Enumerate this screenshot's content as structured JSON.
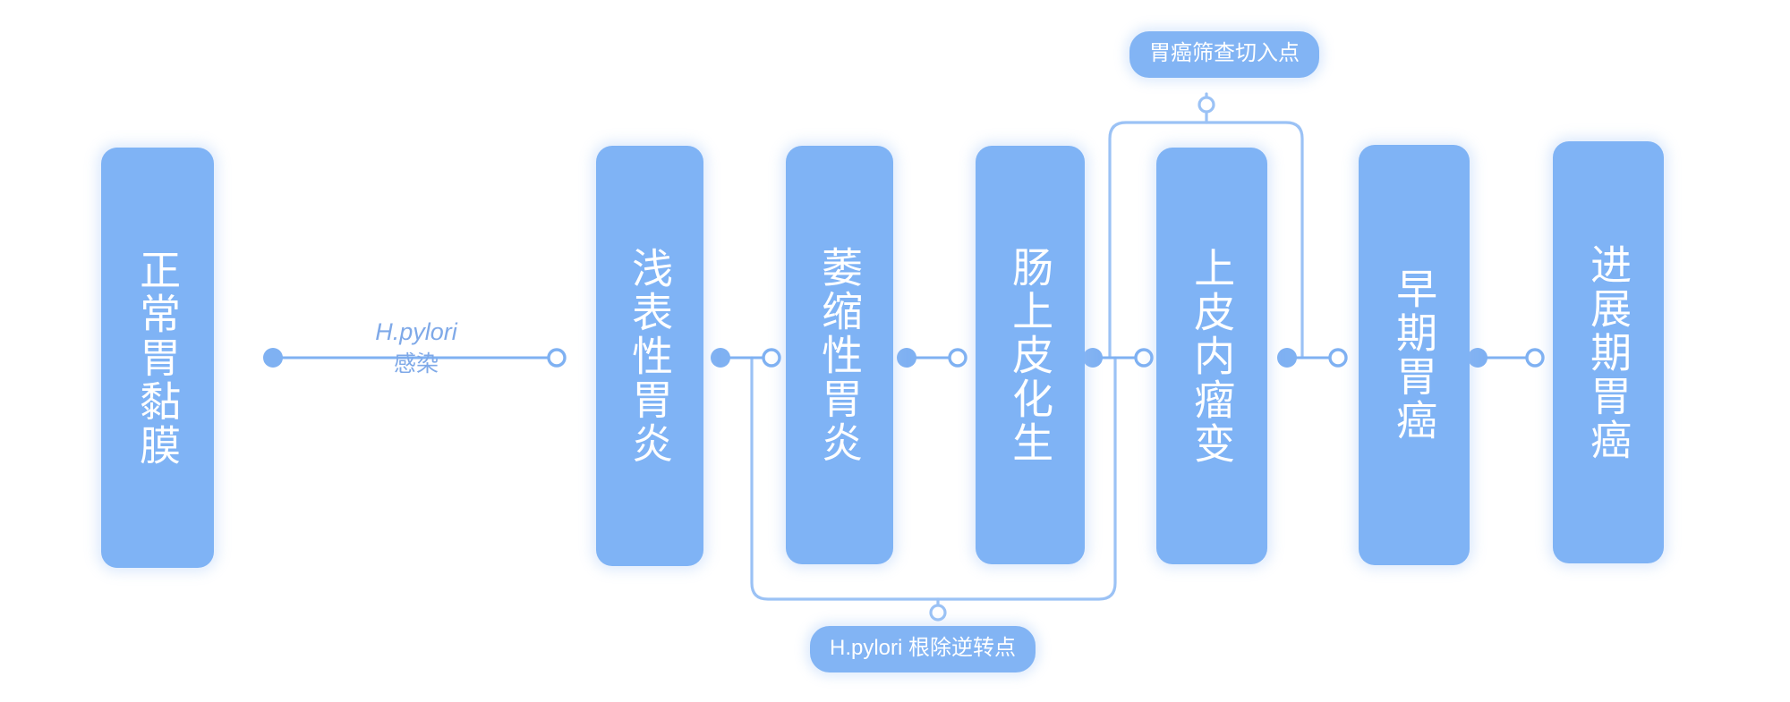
{
  "diagram": {
    "title": "gastric-carcinogenesis-cascade",
    "colors": {
      "node_fill": "#7fb3f5",
      "node_text": "#ffffff",
      "edge_line": "#7fb1f2",
      "bracket_line": "#9bc2f5",
      "edge_label_text": "#7fa9e8",
      "badge_fill": "#82b4f4",
      "background": "#ffffff"
    },
    "nodes": [
      {
        "id": "normal-mucosa",
        "label": "正常胃黏膜"
      },
      {
        "id": "superficial-gastritis",
        "label": "浅表性胃炎"
      },
      {
        "id": "atrophic-gastritis",
        "label": "萎缩性胃炎"
      },
      {
        "id": "intestinal-metaplasia",
        "label": "肠上皮化生"
      },
      {
        "id": "intraepithelial-neoplasia",
        "label": "上皮内瘤变"
      },
      {
        "id": "early-gastric-cancer",
        "label": "早期胃癌"
      },
      {
        "id": "advanced-gastric-cancer",
        "label": "进展期胃癌"
      }
    ],
    "edge_labels": [
      {
        "id": "hp-infection",
        "line_top": "H.pylori",
        "line_bottom": "感染"
      }
    ],
    "badges": [
      {
        "id": "screening-entry-point",
        "label": "胃癌筛查切入点",
        "position": "top"
      },
      {
        "id": "hp-eradication-reversal-point",
        "label": "H.pylori 根除逆转点",
        "position": "bottom"
      }
    ]
  }
}
